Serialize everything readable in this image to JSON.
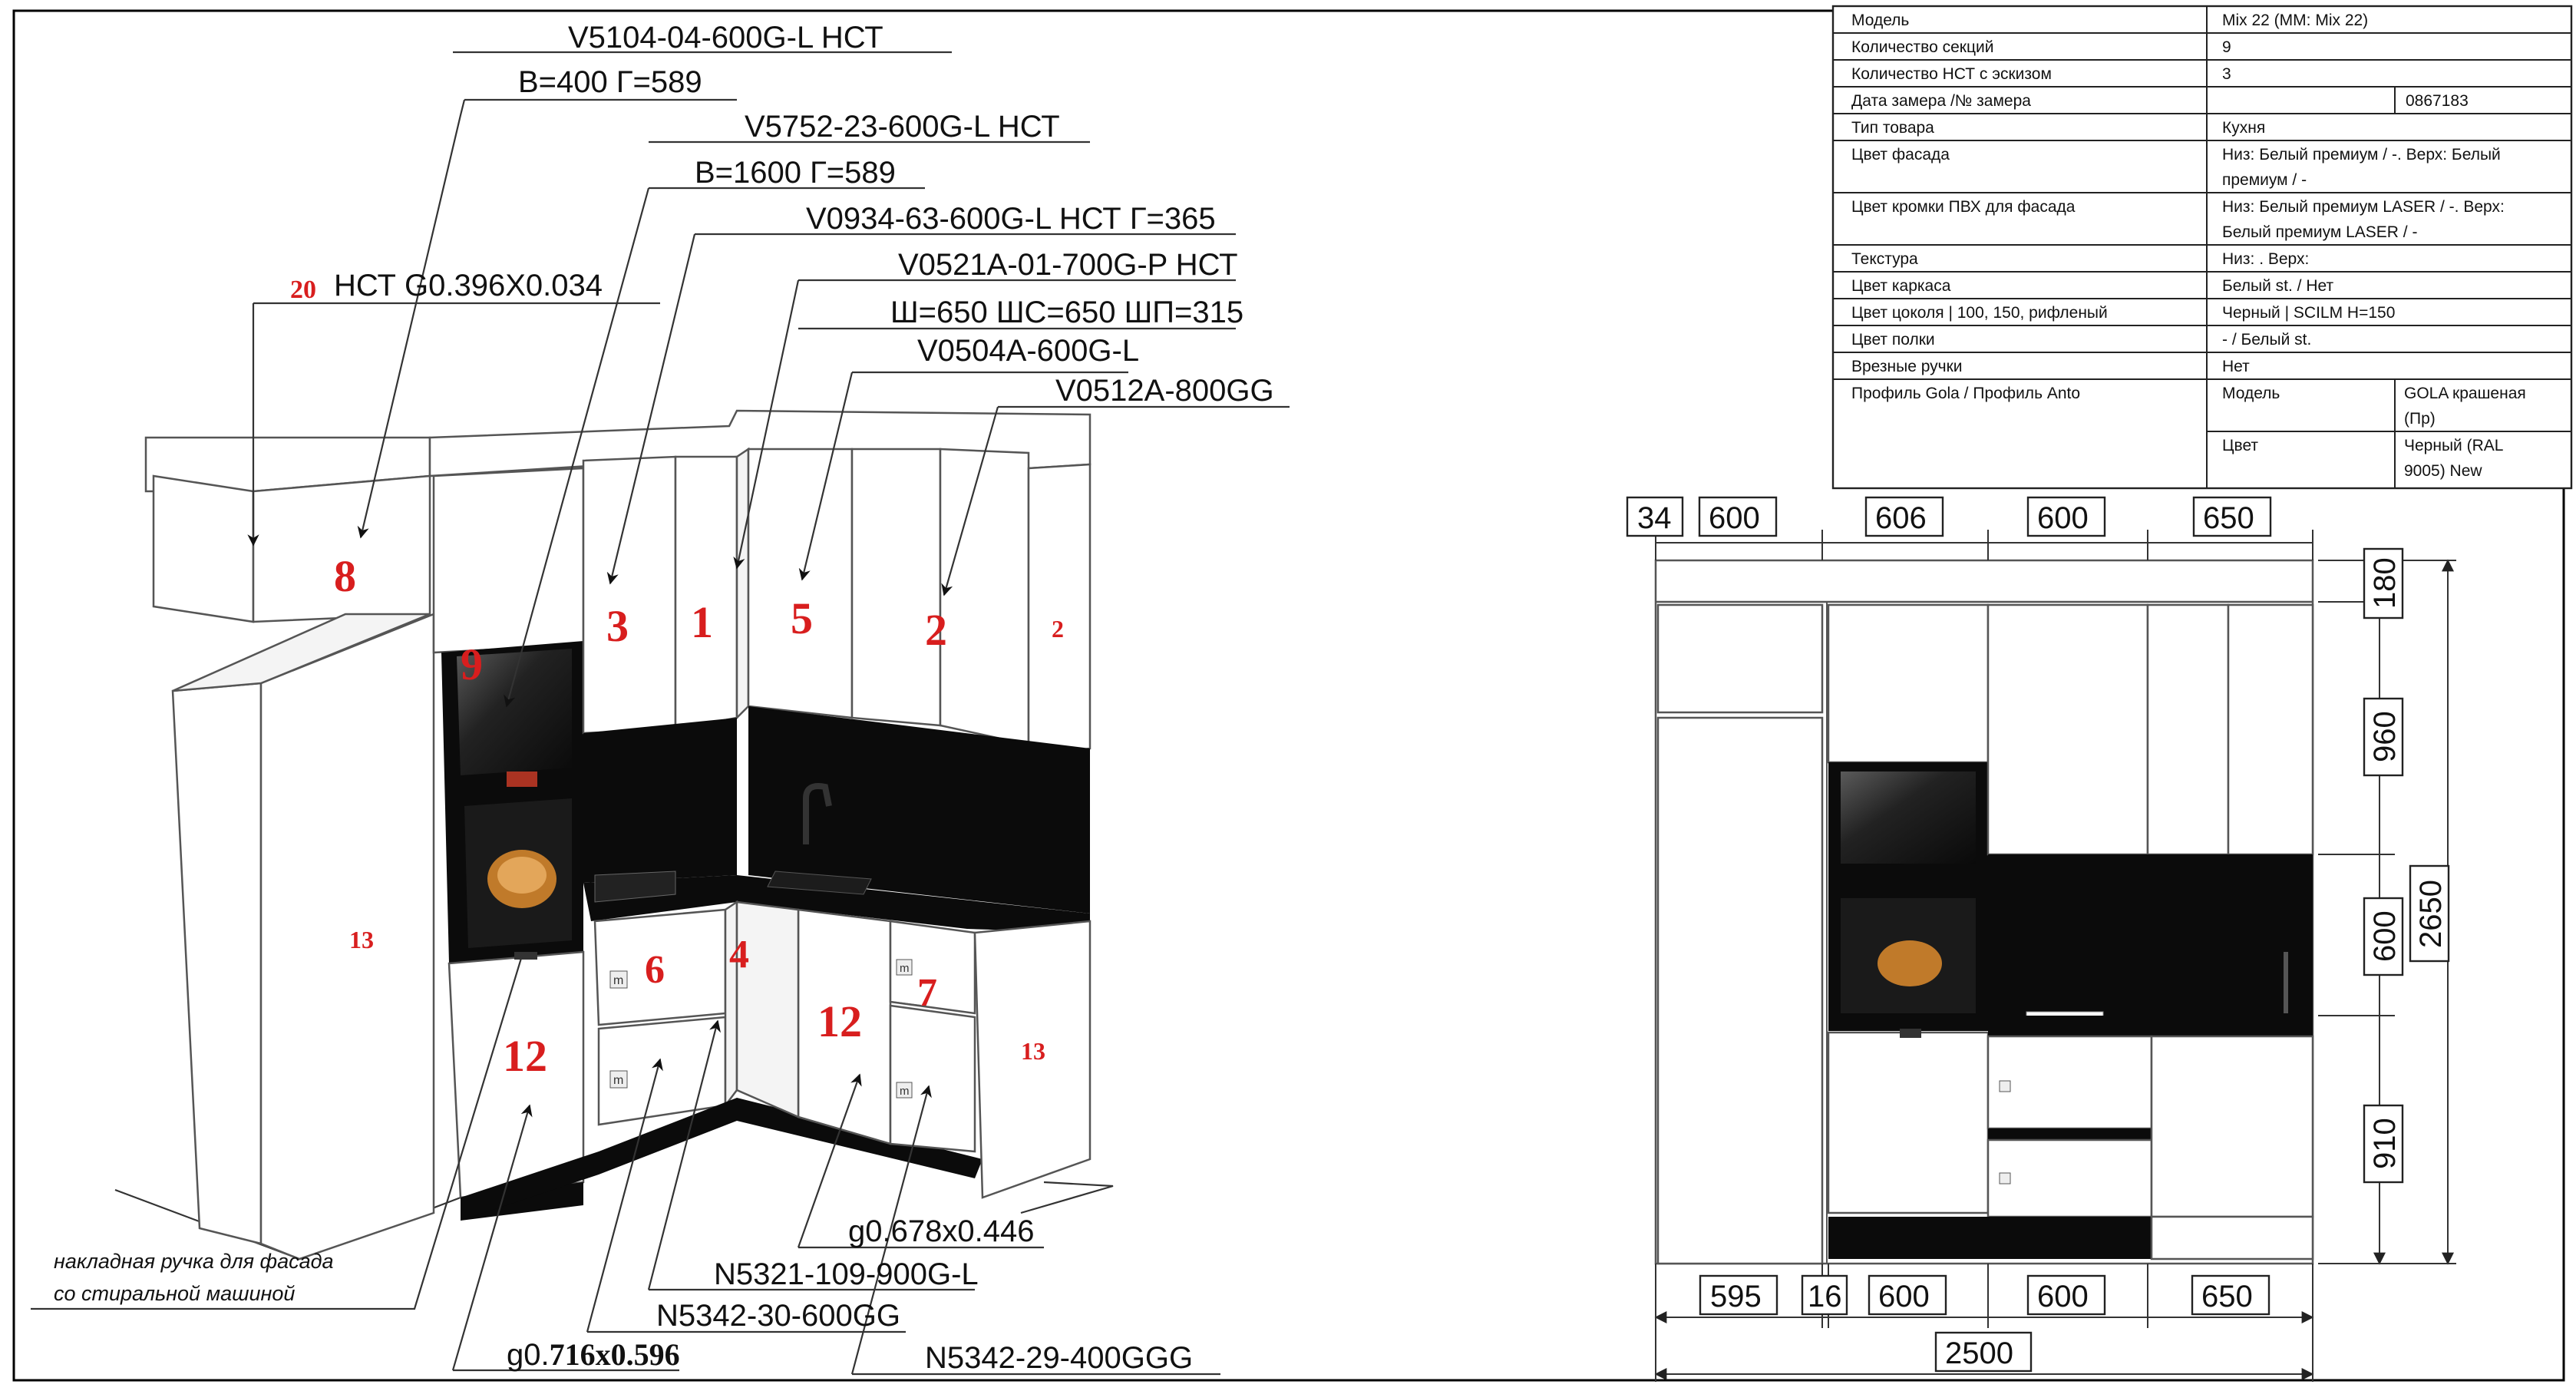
{
  "leader_labels": {
    "l1": "V5104-04-600G-L НСТ",
    "l2": "В=400 Г=589",
    "l3": "V5752-23-600G-L НСТ",
    "l4": "В=1600 Г=589",
    "l5": "V0934-63-600G-L НСТ Г=365",
    "l6": "V0521A-01-700G-P НСТ",
    "l7": "Ш=650 ШС=650 ШП=315",
    "l8": "V0504A-600G-L",
    "l9": "V0512A-800GG",
    "l10_num": "20",
    "l10": "НСТ G0.396X0.034",
    "b1": "g0.678x0.446",
    "b2": "N5321-109-900G-L",
    "b3": "N5342-30-600GG",
    "b4_prefix": "g0.",
    "b4_rest": "716x0.596",
    "b5": "N5342-29-400GGG"
  },
  "note": {
    "line1": "накладная ручка для фасада",
    "line2": "со стиральной машиной"
  },
  "section_numbers": {
    "s8": "8",
    "s9": "9",
    "s3": "3",
    "s1": "1",
    "s5": "5",
    "s2": "2",
    "s13a": "13",
    "s6": "6",
    "s4": "4",
    "s12a": "12",
    "s12b": "12",
    "s7": "7",
    "s13b": "13"
  },
  "spec_table": {
    "rows": [
      {
        "label": "Модель",
        "value": "Mix 22 (MM: Mix 22)"
      },
      {
        "label": "Количество секций",
        "value": "9"
      },
      {
        "label": "Количество НСТ с эскизом",
        "value": "3"
      },
      {
        "label": "Дата замера /№ замера",
        "value": "",
        "value2": "0867183"
      },
      {
        "label": "Тип товара",
        "value": "Кухня"
      },
      {
        "label": "Цвет фасада",
        "value": "Низ: Белый премиум / -. Верх: Белый",
        "value_cont": "премиум / -"
      },
      {
        "label": "Цвет кромки ПВХ для фасада",
        "value": "Низ: Белый премиум LASER / -. Верх:",
        "value_cont": "Белый премиум LASER / -"
      },
      {
        "label": "Текстура",
        "value": "Низ: . Верх:"
      },
      {
        "label": "Цвет каркаса",
        "value": "Белый st. / Нет"
      },
      {
        "label": "Цвет цоколя | 100, 150, рифленый",
        "value": "Черный | SCILM H=150"
      },
      {
        "label": "Цвет полки",
        "value": "- / Белый st."
      },
      {
        "label": "Врезные ручки",
        "value": "Нет"
      }
    ],
    "gola": {
      "label": "Профиль Gola / Профиль Anto",
      "model_label": "Модель",
      "model_value": "GOLA крашеная",
      "model_value_cont": "(Пр)",
      "color_label": "Цвет",
      "color_value": "Черный (RAL",
      "color_value_cont": "9005) New"
    }
  },
  "front_dims": {
    "top": [
      "34",
      "600",
      "606",
      "600",
      "650"
    ],
    "right": [
      "180",
      "960",
      "600",
      "910"
    ],
    "total_height": "2650",
    "bottom": [
      "595",
      "16",
      "600",
      "600",
      "650"
    ],
    "total_width": "2500"
  },
  "appliance_badge": "m"
}
